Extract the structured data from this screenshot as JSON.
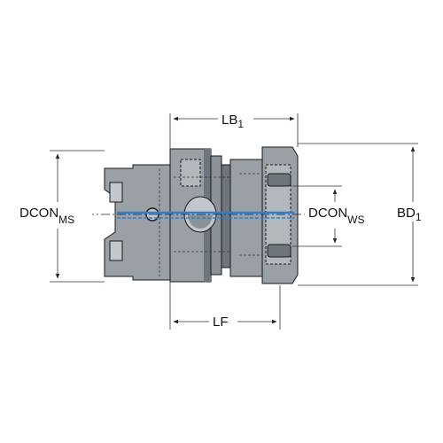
{
  "labels": {
    "lb": {
      "main": "LB",
      "sub": "1"
    },
    "bd": {
      "main": "BD",
      "sub": "1"
    },
    "dcon_ms": {
      "main": "DCON",
      "sub": "MS"
    },
    "dcon_ws": {
      "main": "DCON",
      "sub": "WS"
    },
    "lf": {
      "main": "LF"
    }
  },
  "colors": {
    "body": "#9aa0a6",
    "body_light": "#c3c7cc",
    "body_dark": "#6f757c",
    "outline": "#1a1a1a",
    "dimension": "#333333",
    "coolant": "#2f7fd0"
  }
}
